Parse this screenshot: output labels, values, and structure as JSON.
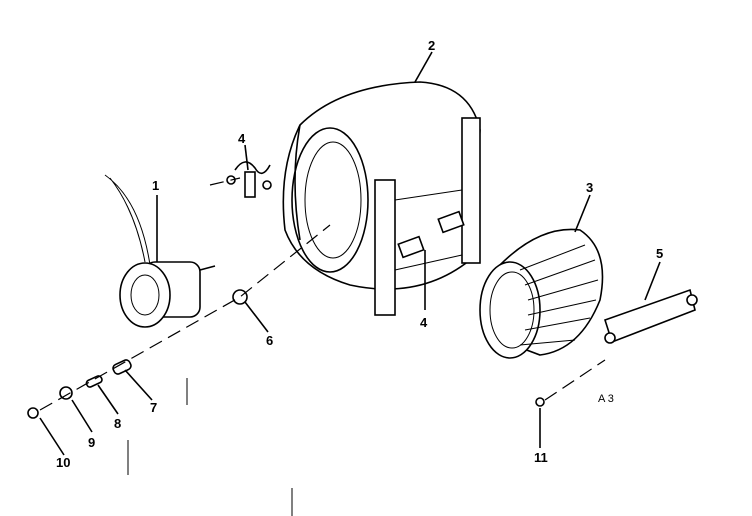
{
  "diagram": {
    "callouts": [
      {
        "id": "1",
        "text": "1"
      },
      {
        "id": "2",
        "text": "2"
      },
      {
        "id": "3",
        "text": "3"
      },
      {
        "id": "4a",
        "text": "4"
      },
      {
        "id": "4b",
        "text": "4"
      },
      {
        "id": "5",
        "text": "5"
      },
      {
        "id": "6",
        "text": "6"
      },
      {
        "id": "7",
        "text": "7"
      },
      {
        "id": "8",
        "text": "8"
      },
      {
        "id": "9",
        "text": "9"
      },
      {
        "id": "10",
        "text": "10"
      },
      {
        "id": "11",
        "text": "11"
      }
    ],
    "figure_code": "A 3",
    "ink_color": "#000000",
    "background": "#ffffff"
  }
}
